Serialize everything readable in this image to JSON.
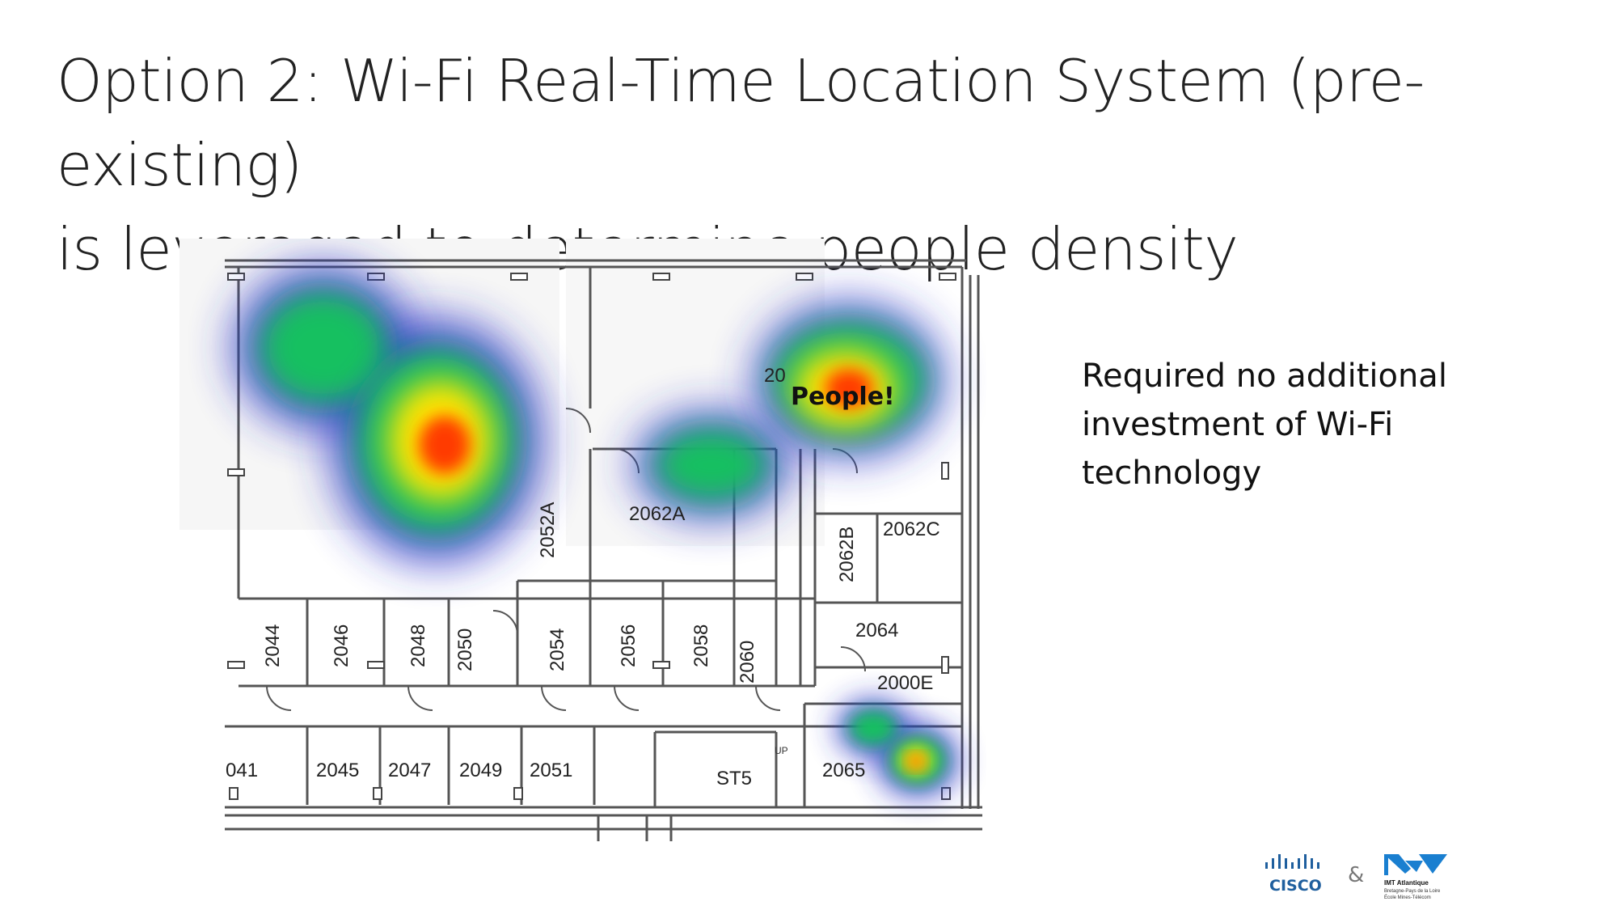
{
  "slide": {
    "title_line1": "Option 2: Wi-Fi Real-Time Location System (pre-existing)",
    "title_line2": "is leveraged to determine people density",
    "bullet_lines": [
      "Required no additional",
      "investment of Wi-Fi",
      "technology"
    ]
  },
  "floorplan": {
    "heatmap_label": "People!",
    "rooms": [
      "2052A",
      "2062A",
      "2062B",
      "2062C",
      "2044",
      "2046",
      "2048",
      "2050",
      "2054",
      "2056",
      "2058",
      "2060",
      "2064",
      "2000E",
      "041",
      "2045",
      "2047",
      "2049",
      "2051",
      "ST5",
      "2065",
      "20",
      "UP"
    ]
  },
  "logos": {
    "cisco": "CISCO",
    "ampersand": "&",
    "imt_name": "IMT Atlantique",
    "imt_sub1": "Bretagne-Pays de la Loire",
    "imt_sub2": "École Mines-Télécom"
  },
  "colors": {
    "heat_low": "#2a30c8",
    "heat_mid": "#18c060",
    "heat_high": "#ffe600",
    "heat_peak": "#ff3a00",
    "cisco_blue": "#1f5f9e",
    "imt_blue": "#1a7fd0"
  }
}
